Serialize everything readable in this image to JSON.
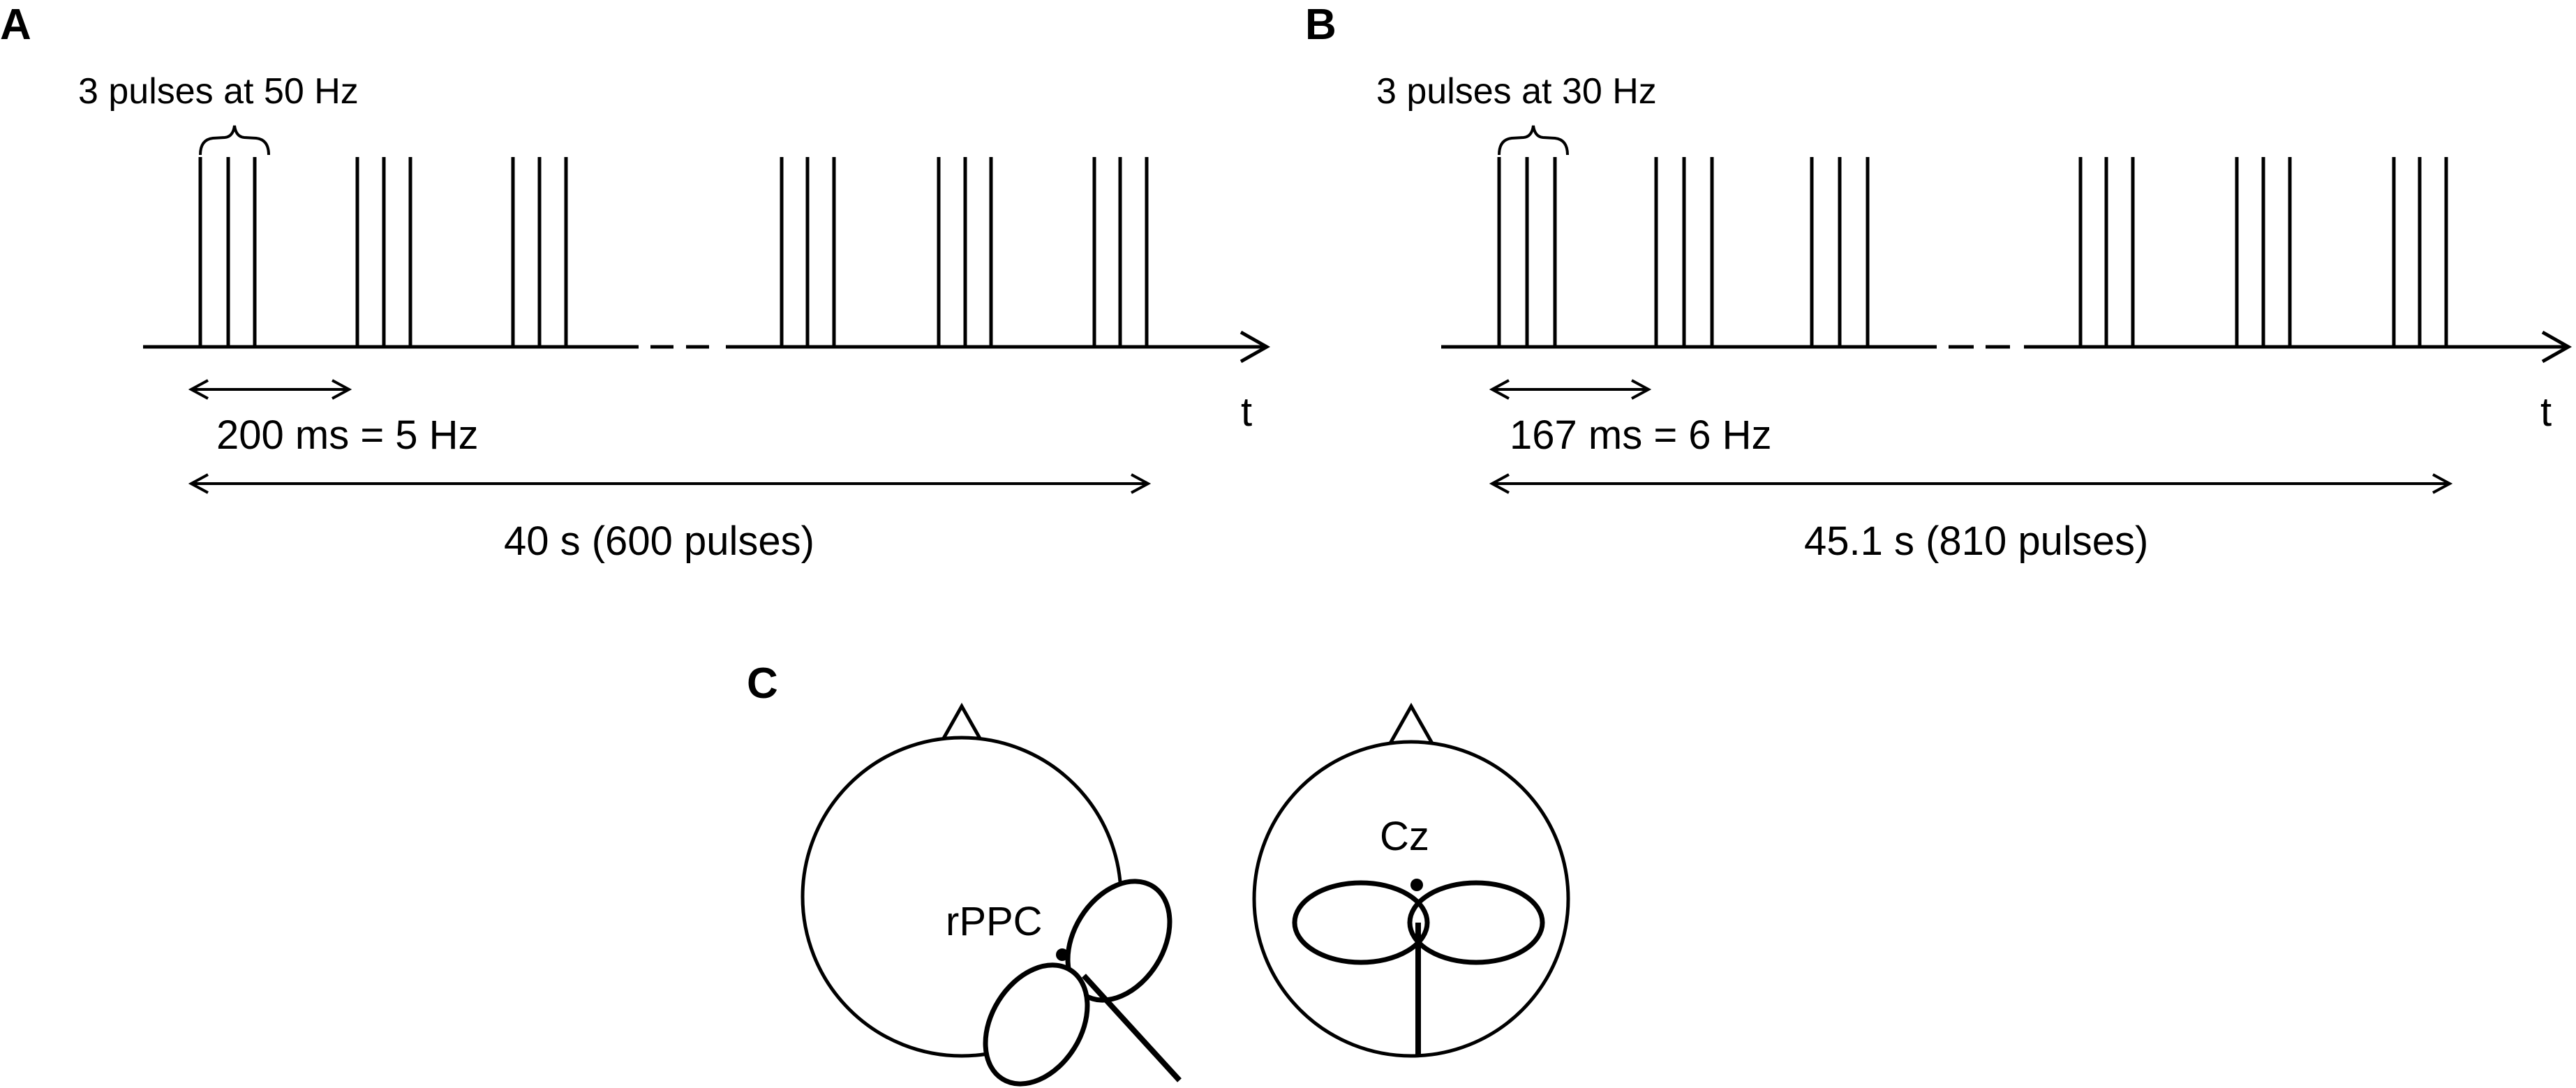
{
  "panels": {
    "a": {
      "letter": "A",
      "burst_label": "3 pulses  at  50 Hz",
      "interval_label": "200 ms = 5 Hz",
      "duration_label": "40 s (600 pulses)",
      "axis_label": "t"
    },
    "b": {
      "letter": "B",
      "burst_label": "3 pulses  at  30 Hz",
      "interval_label": "167 ms = 6 Hz",
      "duration_label": "45.1 s (810 pulses)",
      "axis_label": "t"
    },
    "c": {
      "letter": "C",
      "site_left": "rPPC",
      "site_right": "Cz"
    }
  },
  "colors": {
    "ink": "#000000",
    "background": "#ffffff"
  }
}
